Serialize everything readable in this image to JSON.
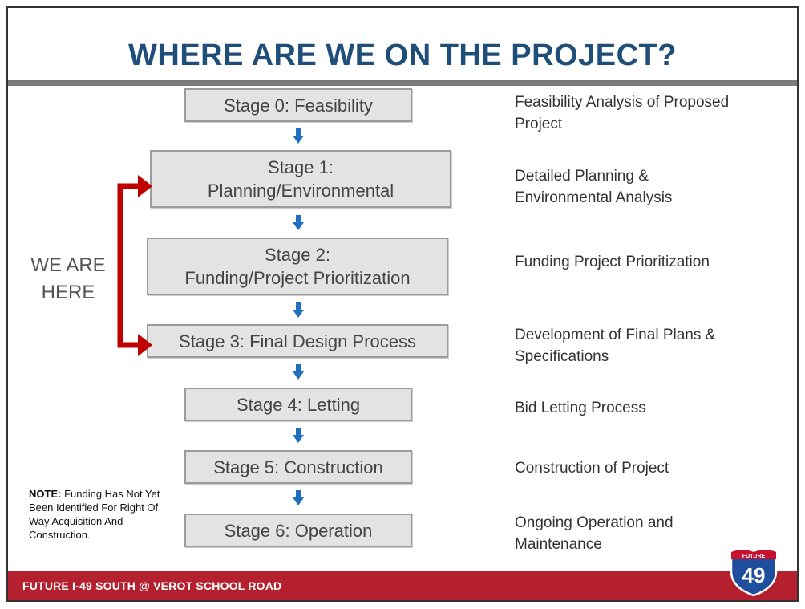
{
  "title": "WHERE ARE WE ON THE PROJECT?",
  "stages": [
    {
      "label": "Stage 0: Feasibility",
      "description": "Feasibility Analysis of Proposed\nProject"
    },
    {
      "label": "Stage 1:\nPlanning/Environmental",
      "description": "Detailed Planning &\nEnvironmental Analysis"
    },
    {
      "label": "Stage 2:\nFunding/Project Prioritization",
      "description": "Funding Project Prioritization"
    },
    {
      "label": "Stage 3: Final Design Process",
      "description": "Development of Final Plans &\nSpecifications"
    },
    {
      "label": "Stage 4: Letting",
      "description": "Bid Letting Process"
    },
    {
      "label": "Stage 5: Construction",
      "description": "Construction of Project"
    },
    {
      "label": "Stage 6: Operation",
      "description": "Ongoing Operation and\nMaintenance"
    }
  ],
  "we_are_here": "WE ARE\nHERE",
  "note": {
    "bold": "NOTE:",
    "text": " Funding Has Not Yet Been Identified For Right Of Way Acquisition And Construction."
  },
  "footer": "FUTURE I-49 SOUTH @ VEROT SCHOOL ROAD",
  "logo": {
    "top_text": "FUTURE",
    "number": "49"
  },
  "colors": {
    "title": "#1f4e79",
    "arrow_blue": "#1f6fbf",
    "bracket_red": "#c00000",
    "footer": "#b5202e"
  }
}
